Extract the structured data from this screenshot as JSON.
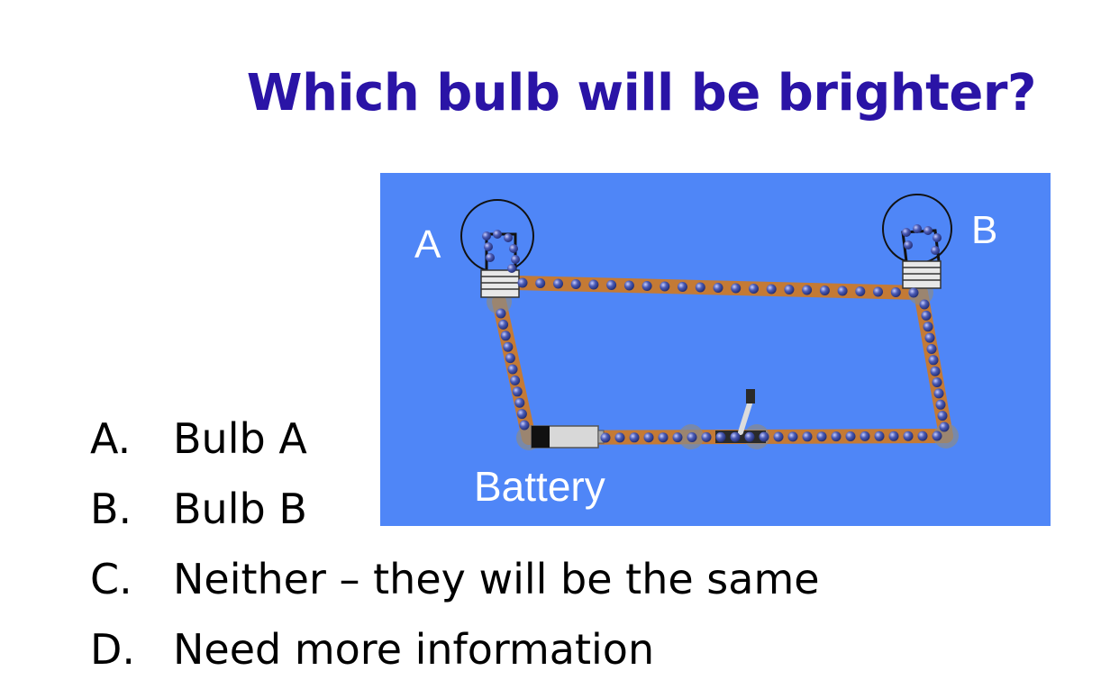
{
  "question": {
    "title": "Which bulb will be brighter?"
  },
  "circuit": {
    "background": "#4f86f7",
    "wire_color": "#c47a35",
    "electron_color": "#4c5cb6",
    "labels": {
      "bulb_a": "A",
      "bulb_b": "B",
      "battery": "Battery"
    }
  },
  "answers": [
    {
      "letter": "A.",
      "text": "Bulb A"
    },
    {
      "letter": "B.",
      "text": "Bulb B"
    },
    {
      "letter": "C.",
      "text": "Neither – they will be the same"
    },
    {
      "letter": "D.",
      "text": "Need more information"
    }
  ]
}
